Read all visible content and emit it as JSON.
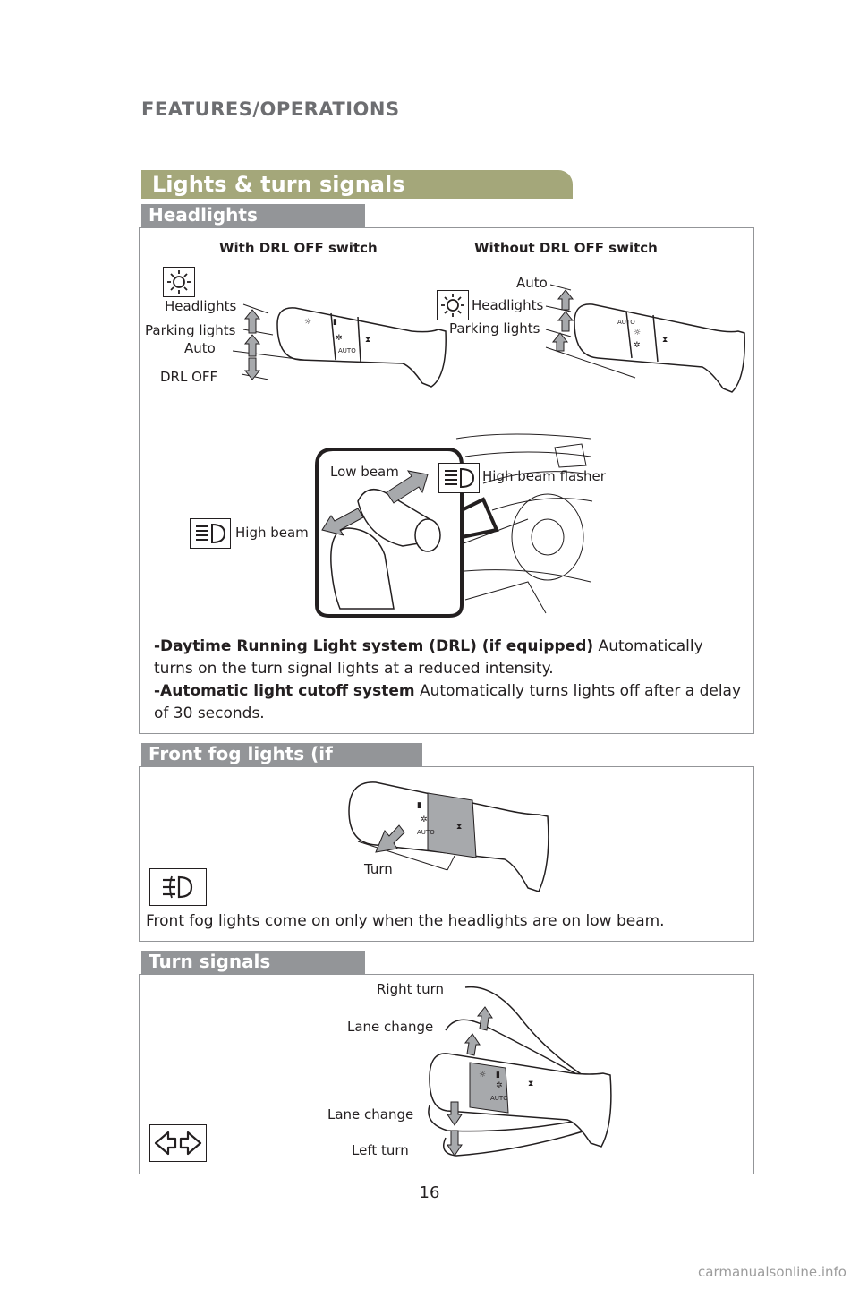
{
  "header": {
    "section": "FEATURES/OPERATIONS"
  },
  "title": "Lights & turn signals",
  "headlights": {
    "heading": "Headlights",
    "with_drl": {
      "caption": "With DRL OFF switch",
      "labels": {
        "headlights": "Headlights",
        "parking": "Parking lights",
        "auto": "Auto",
        "drl_off": "DRL OFF"
      }
    },
    "without_drl": {
      "caption": "Without DRL OFF switch",
      "labels": {
        "auto": "Auto",
        "headlights": "Headlights",
        "parking": "Parking lights"
      }
    },
    "beam": {
      "low": "Low beam",
      "high": "High beam",
      "flasher": "High beam flasher"
    },
    "notes": [
      {
        "term": "-Daytime Running Light system (DRL) (if equipped)",
        "text": " Automatically turns on the turn signal lights at a reduced intensity."
      },
      {
        "term": "-Automatic light cutoff system",
        "text": " Automatically turns lights off after a delay of 30 seconds."
      }
    ]
  },
  "fog": {
    "heading": "Front fog lights (if equipped)",
    "turn_label": "Turn",
    "note": "Front fog lights come on only when the headlights are on low beam."
  },
  "turn_signals": {
    "heading": "Turn signals",
    "labels": {
      "right_turn": "Right turn",
      "lane_change_up": "Lane change",
      "lane_change_down": "Lane change",
      "left_turn": "Left turn"
    }
  },
  "page_number": "16",
  "watermark": "carmanualsonline.info"
}
